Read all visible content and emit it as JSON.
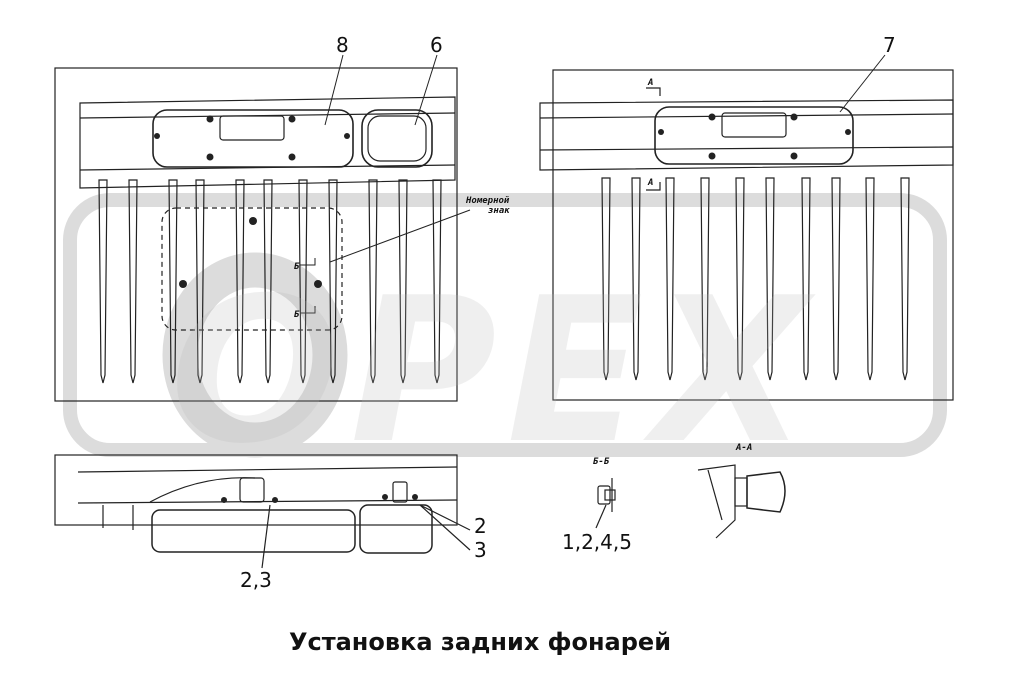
{
  "caption": "Установка задних фонарей",
  "callouts": {
    "c8": "8",
    "c6": "6",
    "c7": "7",
    "c2": "2",
    "c3": "3",
    "c23": "2,3",
    "c1245": "1,2,4,5"
  },
  "labels": {
    "plate_line1": "Номерной",
    "plate_line2": "знак",
    "section_bb": "Б-Б",
    "section_aa": "А-А",
    "mark_a_top": "А",
    "mark_a_bottom": "А",
    "mark_b_top": "Б",
    "mark_b_bottom": "Б"
  },
  "watermark": "ОРЕХ",
  "colors": {
    "line": "#222222",
    "watermark": "#d8d8d8"
  }
}
